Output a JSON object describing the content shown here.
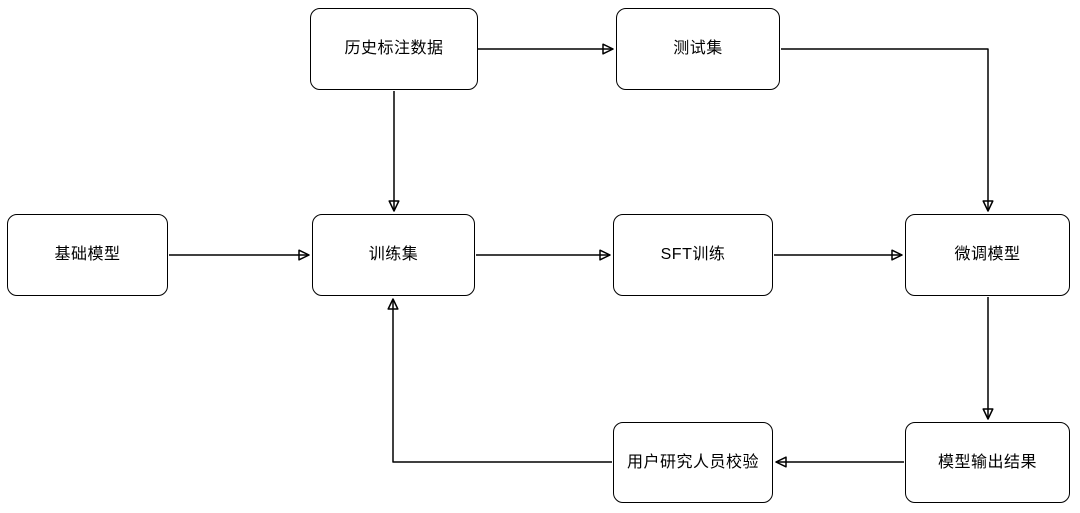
{
  "diagram": {
    "type": "flowchart",
    "colors": {
      "background": "#ffffff",
      "node_fill": "#ffffff",
      "node_stroke": "#000000",
      "edge_stroke": "#000000",
      "text": "#000000"
    },
    "nodes": [
      {
        "id": "history-annotation-data",
        "label": "历史标注数据"
      },
      {
        "id": "test-set",
        "label": "测试集"
      },
      {
        "id": "base-model",
        "label": "基础模型"
      },
      {
        "id": "training-set",
        "label": "训练集"
      },
      {
        "id": "sft-training",
        "label": "SFT训练"
      },
      {
        "id": "fine-tuned-model",
        "label": "微调模型"
      },
      {
        "id": "user-researcher-review",
        "label": "用户研究人员校验"
      },
      {
        "id": "model-output-result",
        "label": "模型输出结果"
      }
    ],
    "edges": [
      {
        "from": "history-annotation-data",
        "to": "test-set"
      },
      {
        "from": "history-annotation-data",
        "to": "training-set"
      },
      {
        "from": "base-model",
        "to": "training-set"
      },
      {
        "from": "training-set",
        "to": "sft-training"
      },
      {
        "from": "sft-training",
        "to": "fine-tuned-model"
      },
      {
        "from": "test-set",
        "to": "fine-tuned-model"
      },
      {
        "from": "fine-tuned-model",
        "to": "model-output-result"
      },
      {
        "from": "model-output-result",
        "to": "user-researcher-review"
      },
      {
        "from": "user-researcher-review",
        "to": "training-set"
      }
    ]
  }
}
